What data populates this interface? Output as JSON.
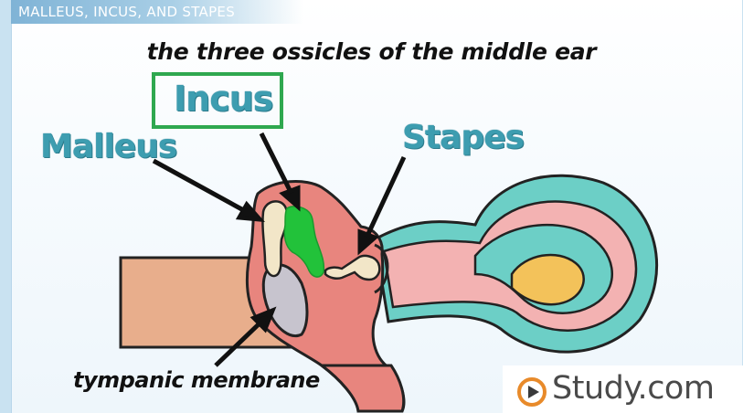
{
  "header": {
    "title": "MALLEUS, INCUS, AND STAPES"
  },
  "diagram": {
    "subtitle": "the three ossicles of the middle ear",
    "labels": {
      "malleus": "Malleus",
      "incus": "Incus",
      "stapes": "Stapes",
      "tympanic_membrane": "tympanic membrane"
    },
    "colors": {
      "highlight_box": "#2fa84f",
      "incus_highlight": "#22c23a",
      "label_teal": "#3d9db0",
      "ear_canal": "#e8ae8c",
      "middle_ear": "#e8857e",
      "cochlea_outer": "#6ccfc6",
      "cochlea_inner": "#f3b2b2",
      "cochlea_core": "#f3c25a"
    }
  },
  "brand": {
    "logo_text": "Study.com",
    "icon": "play-circle-icon"
  }
}
